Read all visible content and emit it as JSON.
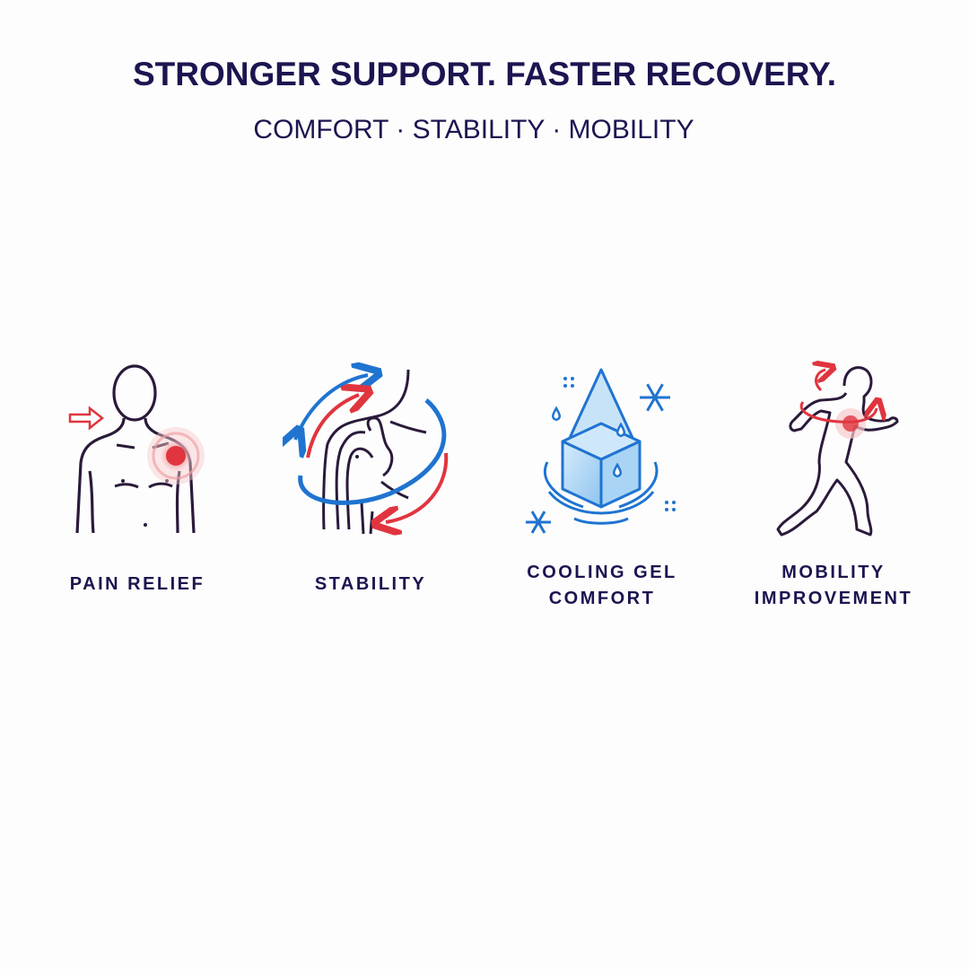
{
  "header": {
    "headline": "STRONGER SUPPORT. FASTER RECOVERY.",
    "subline": "COMFORT · STABILITY · MOBILITY"
  },
  "features": [
    {
      "label": "PAIN RELIEF",
      "icon": "shoulder-pain-icon"
    },
    {
      "label": "STABILITY",
      "icon": "joint-stability-icon"
    },
    {
      "label_line1": "COOLING GEL",
      "label_line2": "COMFORT",
      "icon": "cooling-gel-icon"
    },
    {
      "label_line1": "MOBILITY",
      "label_line2": "IMPROVEMENT",
      "icon": "running-mobility-icon"
    }
  ],
  "colors": {
    "text": "#1b1550",
    "outline": "#2a1a3a",
    "red": "#e0353f",
    "blue": "#1f74d0",
    "ice": "#a9d4f5"
  }
}
